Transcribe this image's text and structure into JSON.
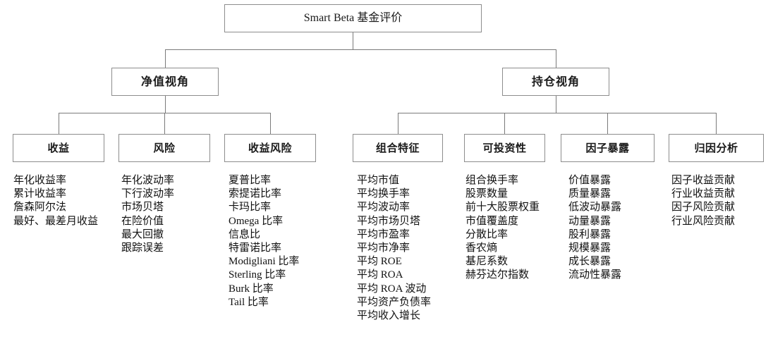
{
  "diagram": {
    "title": "Smart Beta 基金评价",
    "root": {
      "label": "Smart Beta 基金评价"
    },
    "perspectives": [
      {
        "label": "净值视角"
      },
      {
        "label": "持仓视角"
      }
    ],
    "categories": [
      {
        "label": "收益"
      },
      {
        "label": "风险"
      },
      {
        "label": "收益风险"
      },
      {
        "label": "组合特征"
      },
      {
        "label": "可投资性"
      },
      {
        "label": "因子暴露"
      },
      {
        "label": "归因分析"
      }
    ],
    "lists": [
      {
        "category": "收益",
        "items": [
          "年化收益率",
          "累计收益率",
          "詹森阿尔法",
          "最好、最差月收益"
        ]
      },
      {
        "category": "风险",
        "items": [
          "年化波动率",
          "下行波动率",
          "市场贝塔",
          "在险价值",
          "最大回撤",
          "跟踪误差"
        ]
      },
      {
        "category": "收益风险",
        "items": [
          "夏普比率",
          "索提诺比率",
          "卡玛比率",
          "Omega 比率",
          "信息比",
          "特雷诺比率",
          "Modigliani 比率",
          "Sterling 比率",
          "Burk 比率",
          "Tail 比率"
        ]
      },
      {
        "category": "组合特征",
        "items": [
          "平均市值",
          "平均换手率",
          "平均波动率",
          "平均市场贝塔",
          "平均市盈率",
          "平均市净率",
          "平均 ROE",
          "平均 ROA",
          "平均 ROA 波动",
          "平均资产负债率",
          "平均收入增长"
        ]
      },
      {
        "category": "可投资性",
        "items": [
          "组合换手率",
          "股票数量",
          "前十大股票权重",
          "市值覆盖度",
          "分散比率",
          "香农熵",
          "基尼系数",
          "赫芬达尔指数"
        ]
      },
      {
        "category": "因子暴露",
        "items": [
          "价值暴露",
          "质量暴露",
          "低波动暴露",
          "动量暴露",
          "股利暴露",
          "规模暴露",
          "成长暴露",
          "流动性暴露"
        ]
      },
      {
        "category": "归因分析",
        "items": [
          "因子收益贡献",
          "行业收益贡献",
          "因子风险贡献",
          "行业风险贡献"
        ]
      }
    ],
    "colors": {
      "box_border": "#8d8d8d",
      "line": "#7a7a7a",
      "text": "#111111",
      "background": "#ffffff"
    }
  }
}
